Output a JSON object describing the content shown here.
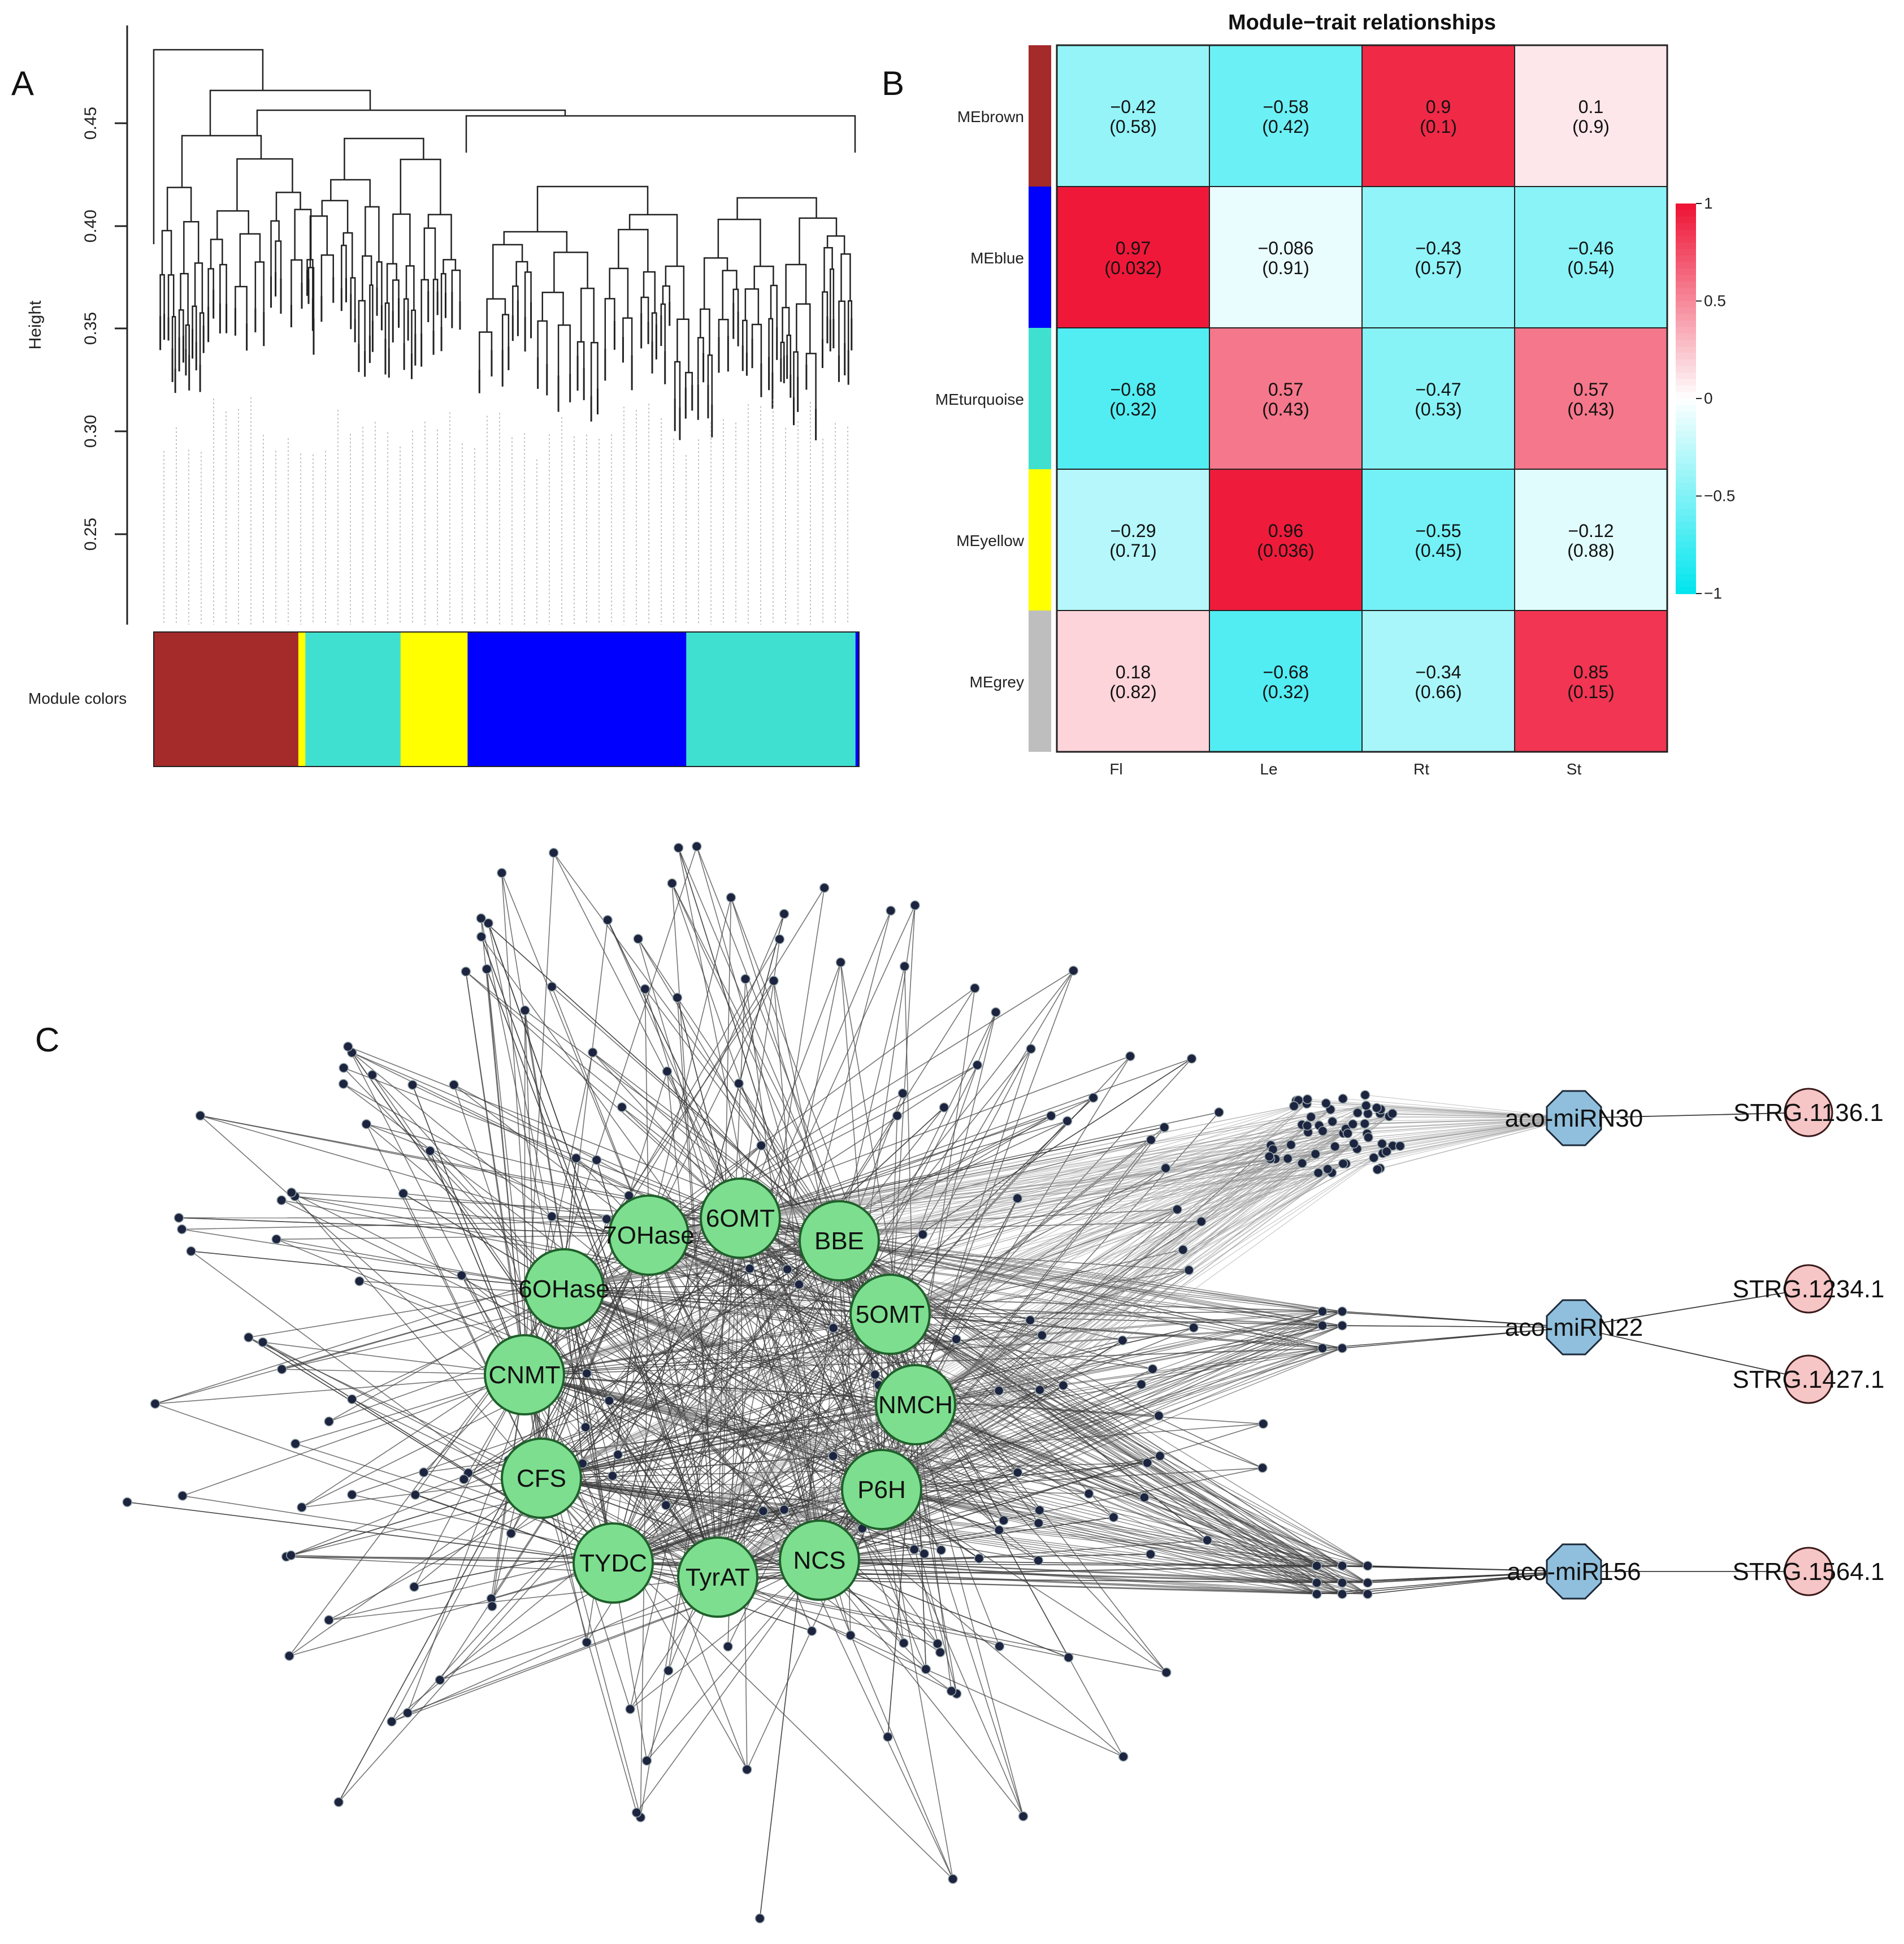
{
  "panels": {
    "a": "A",
    "b": "B",
    "c": "C"
  },
  "panel_a": {
    "y_label": "Height",
    "y_ticks": [
      "0.25",
      "0.30",
      "0.35",
      "0.40",
      "0.45"
    ],
    "color_bar_label": "Module colors",
    "module_segments": [
      {
        "color": "#a52a2a",
        "fraction": 0.205
      },
      {
        "color": "#ffff00",
        "fraction": 0.01
      },
      {
        "color": "#40e0d0",
        "fraction": 0.005
      },
      {
        "color": "#40e0d0",
        "fraction": 0.13
      },
      {
        "color": "#ffff00",
        "fraction": 0.095
      },
      {
        "color": "#0000ff",
        "fraction": 0.31
      },
      {
        "color": "#40e0d0",
        "fraction": 0.24
      },
      {
        "color": "#0000ff",
        "fraction": 0.005
      }
    ]
  },
  "chart_data": {
    "type": "heatmap",
    "title": "Module−trait relationships",
    "rows": [
      "MEbrown",
      "MEblue",
      "MEturquoise",
      "MEyellow",
      "MEgrey"
    ],
    "row_colors": [
      "#a52a2a",
      "#0000ff",
      "#40e0d0",
      "#ffff00",
      "#bebebe"
    ],
    "columns": [
      "Fl",
      "Le",
      "Rt",
      "St"
    ],
    "values": [
      [
        -0.42,
        -0.58,
        0.9,
        0.1
      ],
      [
        0.97,
        -0.086,
        -0.43,
        -0.46
      ],
      [
        -0.68,
        0.57,
        -0.47,
        0.57
      ],
      [
        -0.29,
        0.96,
        -0.55,
        -0.12
      ],
      [
        0.18,
        -0.68,
        -0.34,
        0.85
      ]
    ],
    "labels": [
      [
        "−0.42",
        "−0.58",
        "0.9",
        "0.1"
      ],
      [
        "0.97",
        "−0.086",
        "−0.43",
        "−0.46"
      ],
      [
        "−0.68",
        "0.57",
        "−0.47",
        "0.57"
      ],
      [
        "−0.29",
        "0.96",
        "−0.55",
        "−0.12"
      ],
      [
        "0.18",
        "−0.68",
        "−0.34",
        "0.85"
      ]
    ],
    "pvalues": [
      [
        "(0.58)",
        "(0.42)",
        "(0.1)",
        "(0.9)"
      ],
      [
        "(0.032)",
        "(0.91)",
        "(0.57)",
        "(0.54)"
      ],
      [
        "(0.32)",
        "(0.43)",
        "(0.53)",
        "(0.43)"
      ],
      [
        "(0.71)",
        "(0.036)",
        "(0.45)",
        "(0.88)"
      ],
      [
        "(0.82)",
        "(0.32)",
        "(0.66)",
        "(0.15)"
      ]
    ],
    "legend_ticks": [
      "1",
      "0.5",
      "0",
      "−0.5",
      "−1"
    ],
    "legend_values": [
      1,
      0.5,
      0,
      -0.5,
      -1
    ],
    "scale": {
      "min": -1,
      "max": 1,
      "low_color": "#00e5ee",
      "mid_color": "#ffffff",
      "high_color": "#ee1133"
    }
  },
  "network": {
    "genes": [
      "6OMT",
      "7OHase",
      "BBE",
      "6OHase",
      "5OMT",
      "CNMT",
      "NMCH",
      "CFS",
      "P6H",
      "TYDC",
      "TyrAT",
      "NCS"
    ],
    "mirnas": [
      "aco-miRN30",
      "aco-miRN22",
      "aco-miR156"
    ],
    "targets": [
      "STRG.1136.1",
      "STRG.1234.1",
      "STRG.1427.1",
      "STRG.1564.1"
    ],
    "colors": {
      "gene_fill": "#7dde8f",
      "gene_stroke": "#1f5f2b",
      "mirna_fill": "#8fbfdc",
      "target_fill": "#f6c5c5",
      "small_node": "#1d2440",
      "edge": "#3a3a3a"
    }
  }
}
